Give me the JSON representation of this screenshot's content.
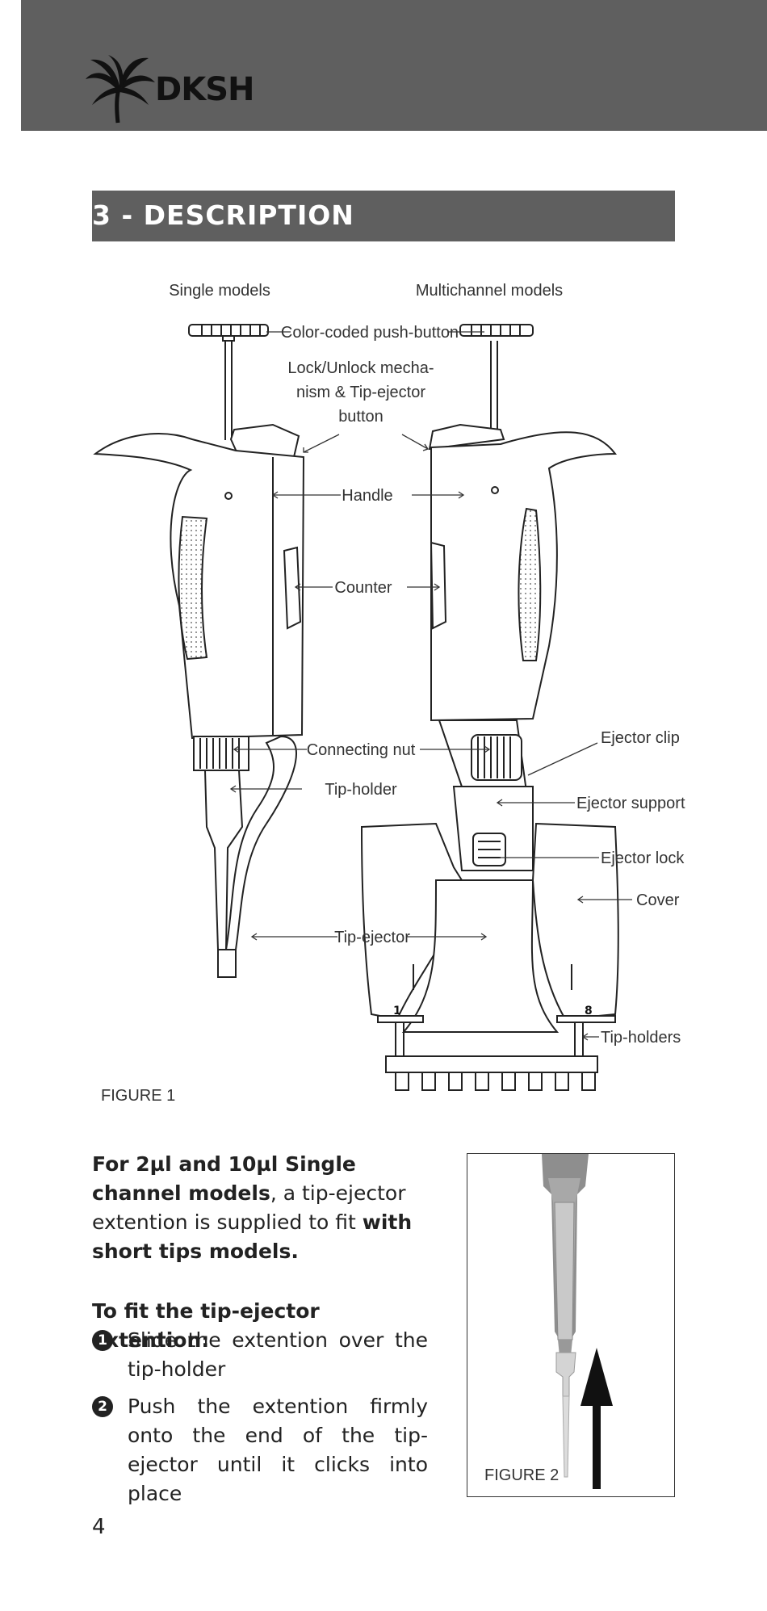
{
  "header": {
    "brand": "DKSH"
  },
  "section": {
    "title": "3 - DESCRIPTION"
  },
  "figure1": {
    "caption": "FIGURE 1",
    "labels": {
      "single_models": "Single models",
      "multichannel_models": "Multichannel models",
      "push_button": "Color-coded push-button",
      "lock_line1": "Lock/Unlock mecha-",
      "lock_line2": "nism & Tip-ejector",
      "lock_line3": "button",
      "handle": "Handle",
      "counter": "Counter",
      "connecting_nut": "Connecting nut",
      "tip_holder": "Tip-holder",
      "tip_ejector": "Tip-ejector",
      "ejector_clip": "Ejector clip",
      "ejector_support": "Ejector support",
      "ejector_lock": "Ejector lock",
      "cover": "Cover",
      "tip_holders": "Tip-holders",
      "channel_first": "1",
      "channel_last": "8"
    }
  },
  "text": {
    "para1_bold_a": "For 2µl and 10µl Single channel models",
    "para1_normal": ", a tip-ejector extention is supplied to fit ",
    "para1_bold_b": "with short tips models.",
    "subheading": "To fit the tip-ejector extention:",
    "steps": [
      {
        "number": "1",
        "text": "Slide the extention over the tip-holder"
      },
      {
        "number": "2",
        "text": "Push the extention firmly onto the end of the tip-ejector until it clicks into place"
      }
    ]
  },
  "figure2": {
    "caption": "FIGURE 2"
  },
  "page": {
    "number": "4"
  }
}
